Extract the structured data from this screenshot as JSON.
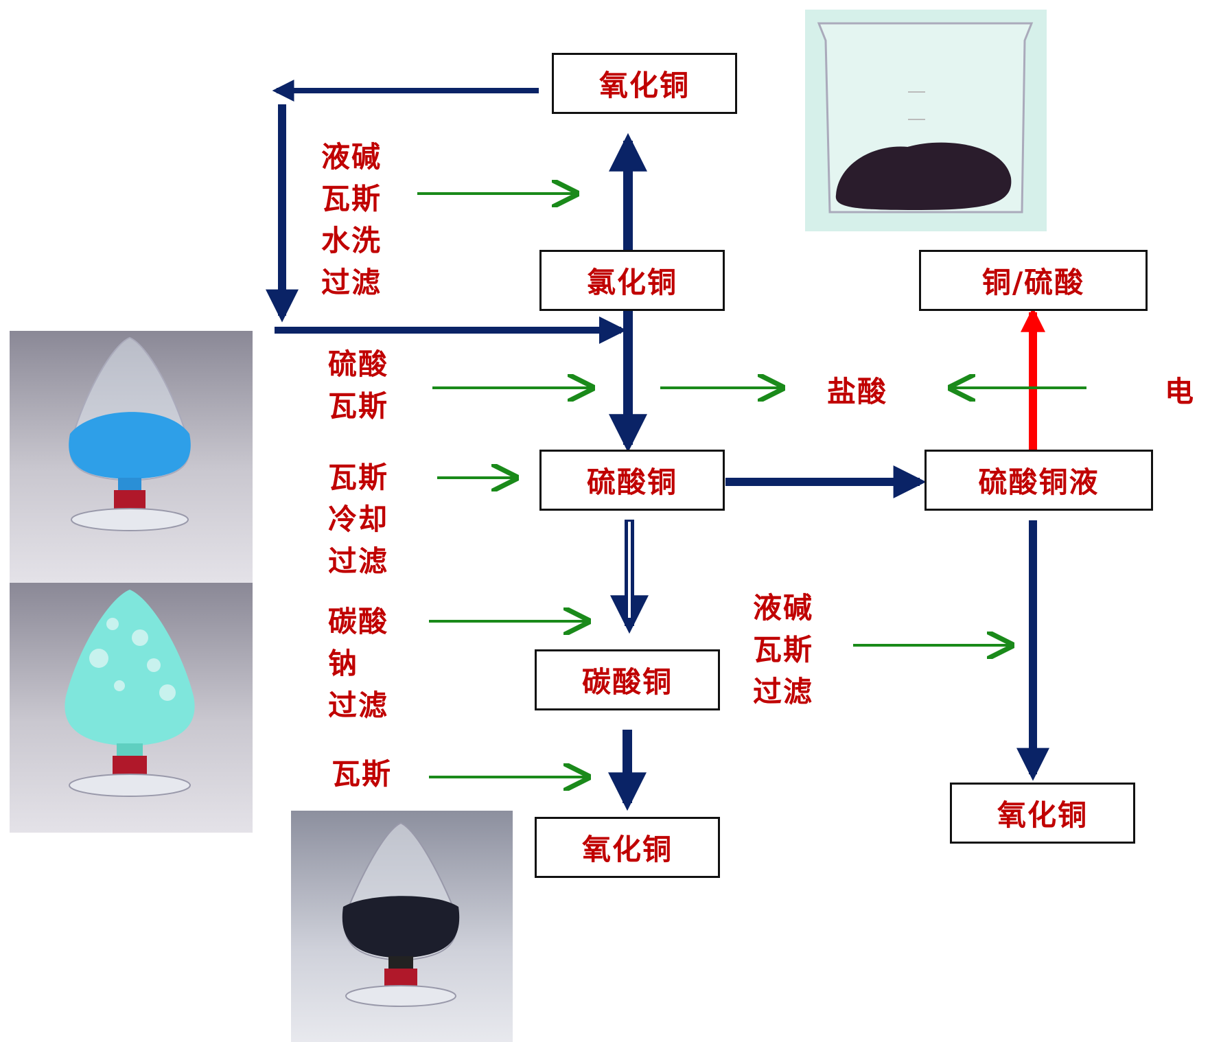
{
  "nodes": {
    "cuo_top": "氧化铜",
    "cucl": "氯化铜",
    "cuso4": "硫酸铜",
    "cuco3": "碳酸铜",
    "cuo_bottom": "氧化铜",
    "cu_h2so4": "铜/硫酸",
    "cuso4_solution": "硫酸铜液",
    "cuo_right": "氧化铜"
  },
  "labels": {
    "step1": [
      "液碱",
      "瓦斯",
      "水洗",
      "过滤"
    ],
    "step2": [
      "硫酸",
      "瓦斯"
    ],
    "step3": [
      "瓦斯",
      "冷却",
      "过滤"
    ],
    "step4": [
      "碳酸",
      "钠",
      "过滤"
    ],
    "step5": [
      "瓦斯"
    ],
    "step6": [
      "液碱",
      "瓦斯",
      "过滤"
    ],
    "hcl": "盐酸",
    "electricity": "电"
  },
  "colors": {
    "flow_arrow": "#0a2366",
    "reagent_arrow": "#1a8a1a",
    "electrolysis_arrow": "#ff0000",
    "label_text": "#c00000",
    "box_border": "#111111"
  },
  "photos": [
    {
      "name": "blue-crystal-flask-photo",
      "content": "blue copper sulfate crystals"
    },
    {
      "name": "green-powder-flask-photo",
      "content": "light green copper carbonate powder"
    },
    {
      "name": "black-powder-flask-photo",
      "content": "black copper oxide powder"
    },
    {
      "name": "beaker-photo",
      "content": "dark solid in glass beaker"
    }
  ]
}
